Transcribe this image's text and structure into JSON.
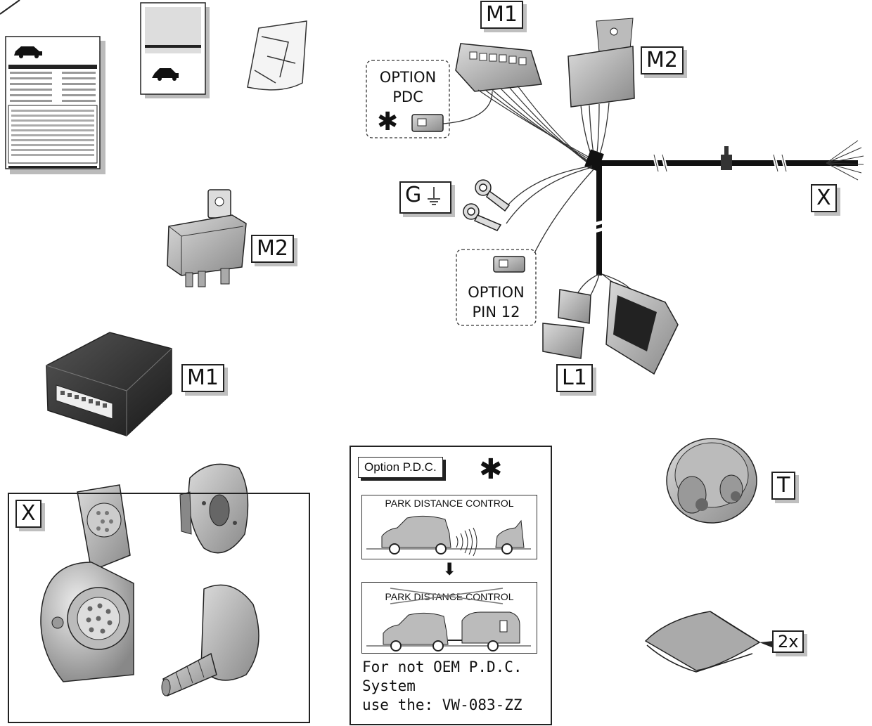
{
  "labels": {
    "m1_top": "M1",
    "m2_top": "M2",
    "x_right": "X",
    "g": "G",
    "l1": "L1",
    "m2_left": "M2",
    "m1_left": "M1",
    "x_box": "X",
    "t": "T",
    "two_x": "2x"
  },
  "option_pdc": {
    "line1": "OPTION",
    "line2": "PDC",
    "star": "✱"
  },
  "option_pin": {
    "line1": "OPTION",
    "line2": "PIN 12"
  },
  "pdc_box": {
    "title": "Option P.D.C.",
    "star": "✱",
    "panel1": "PARK DISTANCE CONTROL",
    "panel2": "PARK DISTANCE CONTROL",
    "note_line1": "For not OEM P.D.C.",
    "note_line2": "System",
    "note_line3": "use the: VW-083-ZZ"
  },
  "icons": [
    "instruction-sheet-icon",
    "parts-list-icon",
    "plastic-bag-icon",
    "relay-icon",
    "control-module-icon",
    "wiring-harness-icon",
    "socket-icon",
    "grommet-icon",
    "tape-icon",
    "ground-symbol-icon"
  ]
}
